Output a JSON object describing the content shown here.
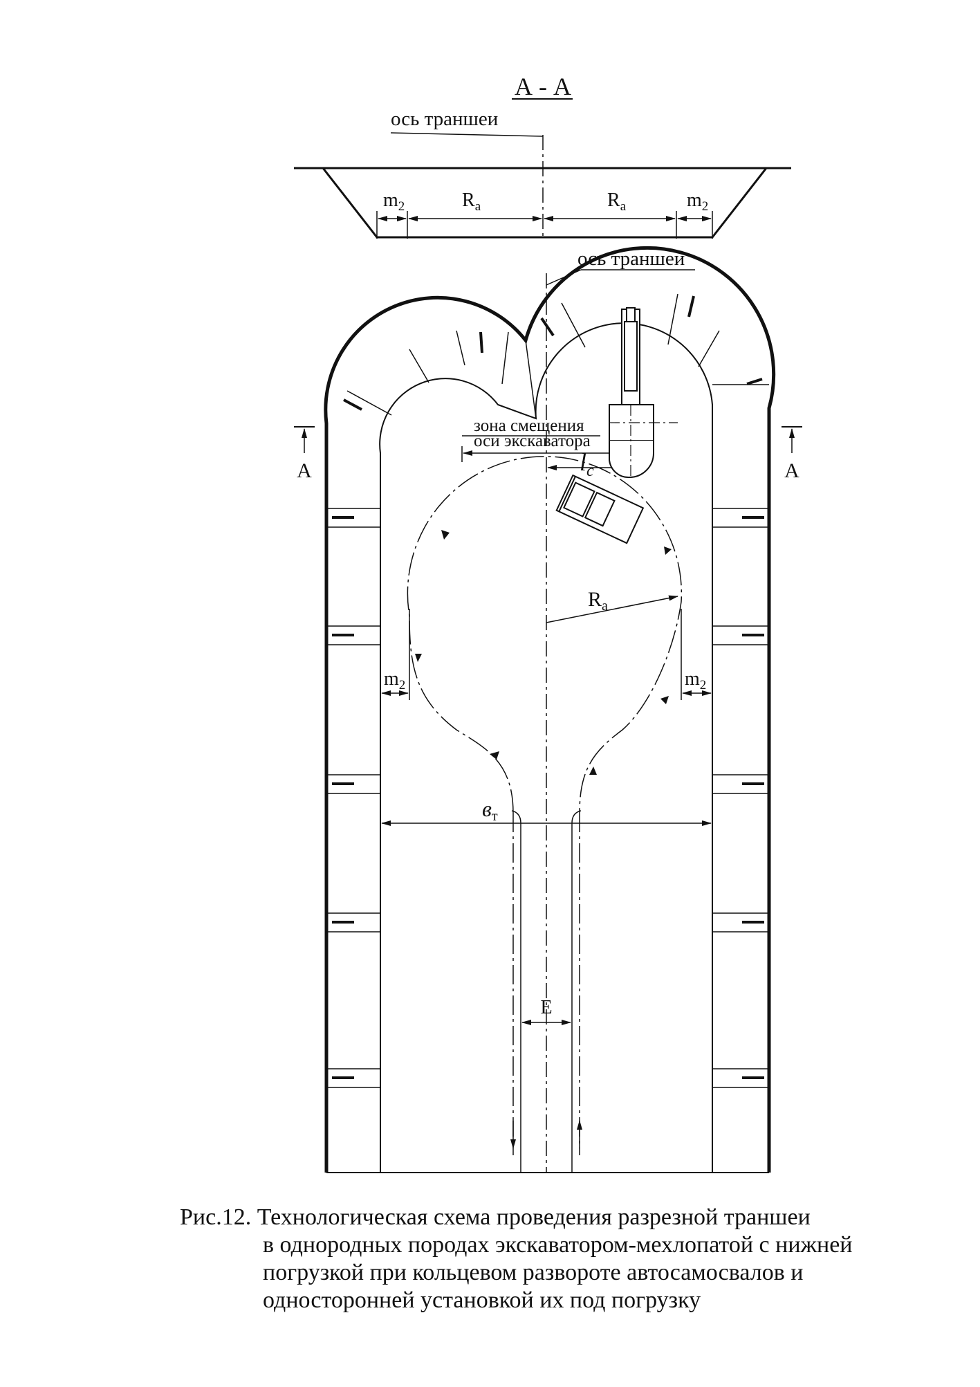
{
  "section": {
    "title": "А - А",
    "axis_label": "ось траншеи",
    "dims": [
      "m",
      "R",
      "R",
      "m"
    ],
    "dim_main": "R",
    "dim_main_sub": "a",
    "dim_side": "m",
    "dim_side_sub": "2"
  },
  "plan": {
    "axis_label": "ось траншеи",
    "cut_label_left": "А",
    "cut_label_right": "А",
    "zone_line1": "зона смещения",
    "zone_line2": "оси экскаватора",
    "lc_main": "l",
    "lc_sub": "c",
    "radius_main": "R",
    "radius_sub": "a",
    "m_main": "m",
    "m_sub": "2",
    "width_main": "в",
    "width_sub": "т",
    "spacing": "E"
  },
  "caption": {
    "line1": "Рис.12. Технологическая схема проведения разрезной траншеи",
    "line2": "в однородных породах экскаватором-мехлопатой с нижней",
    "line3": "погрузкой при кольцевом развороте автосамосвалов и",
    "line4": "односторонней установкой их под погрузку"
  }
}
